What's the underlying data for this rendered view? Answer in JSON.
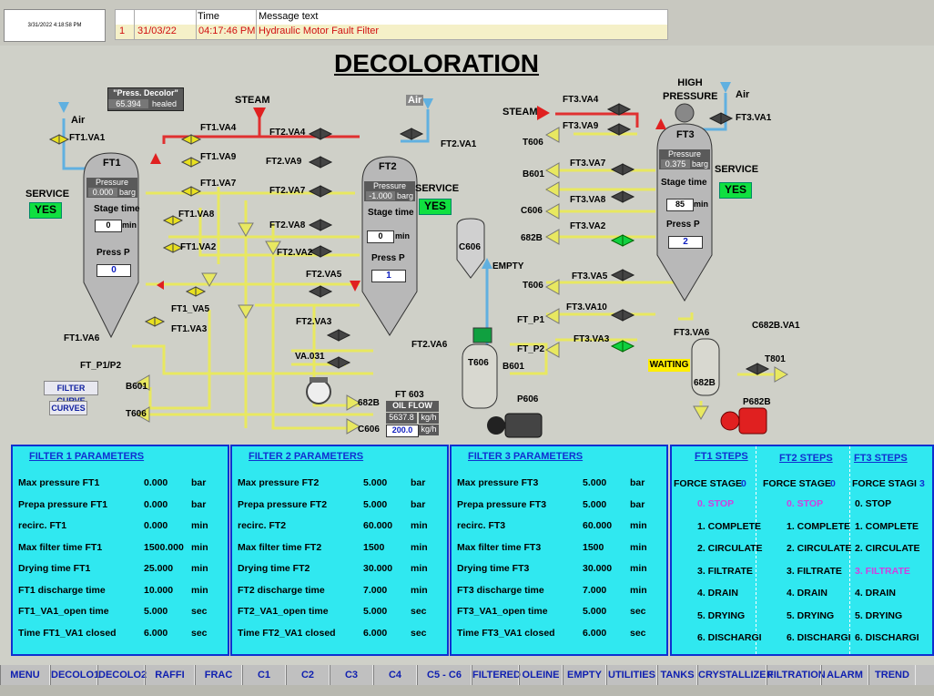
{
  "header": {
    "datetime": "3/31/2022 4:18:58 PM",
    "alarm_headers": {
      "time": "Time",
      "message": "Message text"
    },
    "alarm_row": {
      "index": "1",
      "date": "31/03/22",
      "time": "04:17:46 PM",
      "message": "Hydraulic Motor Fault Filter"
    }
  },
  "page_title": "DECOLORATION",
  "press_decolor": {
    "label": "\"Press. Decolor\"",
    "value": "65.394",
    "status": "healed"
  },
  "labels": {
    "steam": "STEAM",
    "air": "Air",
    "high_pressure": "HIGH PRESSURE",
    "service": "SERVICE",
    "yes": "YES",
    "empty": "EMPTY",
    "waiting": "WAITING",
    "pressure": "Pressure",
    "barg": "barg",
    "stage_time": "Stage time",
    "min": "min",
    "press_p": "Press P"
  },
  "ft1": {
    "name": "FT1",
    "pressure": "0.000",
    "stage_time": "0",
    "press_p": "0"
  },
  "ft2": {
    "name": "FT2",
    "pressure": "-1.000",
    "stage_time": "0",
    "press_p": "1"
  },
  "ft3": {
    "name": "FT3",
    "pressure": "0.375",
    "stage_time": "85",
    "press_p": "2"
  },
  "valves": {
    "ft1_va1": "FT1.VA1",
    "ft1_va4": "FT1.VA4",
    "ft1_va9": "FT1.VA9",
    "ft1_va7": "FT1.VA7",
    "ft1_va8": "FT1.VA8",
    "ft1_va2": "FT1.VA2",
    "ft1_va5": "FT1_VA5",
    "ft1_va3": "FT1.VA3",
    "ft1_va6": "FT1.VA6",
    "ft2_va4": "FT2.VA4",
    "ft2_va9": "FT2.VA9",
    "ft2_va7": "FT2.VA7",
    "ft2_va8": "FT2.VA8",
    "ft2_va2": "FT2.VA2",
    "ft2_va5": "FT2.VA5",
    "ft2_va3": "FT2.VA3",
    "va031": "VA.031",
    "ft2_va6": "FT2.VA6",
    "ft2_va1": "FT2.VA1",
    "ft3_va4": "FT3.VA4",
    "ft3_va9": "FT3.VA9",
    "ft3_va7": "FT3.VA7",
    "ft3_va8": "FT3.VA8",
    "ft3_va2": "FT3.VA2",
    "ft3_va5": "FT3.VA5",
    "ft3_va10": "FT3.VA10",
    "ft3_va3": "FT3.VA3",
    "ft3_va6": "FT3.VA6",
    "ft3_va1": "FT3.VA1",
    "c682b_va1": "C682B.VA1"
  },
  "lines": {
    "ft_p1p2": "FT_P1/P2",
    "b601": "B601",
    "t606": "T606",
    "c606": "C606",
    "b682": "682B",
    "ft_p1": "FT_P1",
    "ft_p2": "FT_P2",
    "t801": "T801",
    "p682b": "P682B",
    "p606": "P606"
  },
  "tanks": {
    "c606": "C606",
    "t606": "T606",
    "t606_b601": "B601",
    "tank682b": "682B"
  },
  "ft603": {
    "title": "FT 603",
    "sub": "OIL FLOW",
    "value1": "5637.8",
    "unit1": "kg/h",
    "value2": "200.0",
    "unit2": "kg/h"
  },
  "buttons": {
    "filter_curve": "FILTER CURVE",
    "curves": "CURVES"
  },
  "filter1": {
    "title": "FILTER 1 PARAMETERS",
    "rows": [
      {
        "label": "Max pressure FT1",
        "value": "0.000",
        "unit": "bar"
      },
      {
        "label": "Prepa pressure FT1",
        "value": "0.000",
        "unit": "bar"
      },
      {
        "label": "recirc. FT1",
        "value": "0.000",
        "unit": "min"
      },
      {
        "label": "Max filter time FT1",
        "value": "1500.000",
        "unit": "min"
      },
      {
        "label": "Drying time FT1",
        "value": "25.000",
        "unit": "min"
      },
      {
        "label": "FT1 discharge time",
        "value": "10.000",
        "unit": "min"
      },
      {
        "label": "FT1_VA1_open time",
        "value": "5.000",
        "unit": "sec"
      },
      {
        "label": "Time FT1_VA1 closed",
        "value": "6.000",
        "unit": "sec"
      }
    ]
  },
  "filter2": {
    "title": "FILTER 2 PARAMETERS",
    "rows": [
      {
        "label": "Max pressure FT2",
        "value": "5.000",
        "unit": "bar"
      },
      {
        "label": "Prepa pressure FT2",
        "value": "5.000",
        "unit": "bar"
      },
      {
        "label": "recirc. FT2",
        "value": "60.000",
        "unit": "min"
      },
      {
        "label": "Max filter time FT2",
        "value": "1500",
        "unit": "min"
      },
      {
        "label": "Drying time FT2",
        "value": "30.000",
        "unit": "min"
      },
      {
        "label": "FT2 discharge time",
        "value": "7.000",
        "unit": "min"
      },
      {
        "label": "FT2_VA1_open time",
        "value": "5.000",
        "unit": "sec"
      },
      {
        "label": "Time FT2_VA1 closed",
        "value": "6.000",
        "unit": "sec"
      }
    ]
  },
  "filter3": {
    "title": "FILTER 3 PARAMETERS",
    "rows": [
      {
        "label": "Max pressure FT3",
        "value": "5.000",
        "unit": "bar"
      },
      {
        "label": "Prepa pressure FT3",
        "value": "5.000",
        "unit": "bar"
      },
      {
        "label": "recirc. FT3",
        "value": "60.000",
        "unit": "min"
      },
      {
        "label": "Max filter time FT3",
        "value": "1500",
        "unit": "min"
      },
      {
        "label": "Drying time FT3",
        "value": "30.000",
        "unit": "min"
      },
      {
        "label": "FT3 discharge time",
        "value": "7.000",
        "unit": "min"
      },
      {
        "label": "FT3_VA1_open time",
        "value": "5.000",
        "unit": "sec"
      },
      {
        "label": "Time FT3_VA1 closed",
        "value": "6.000",
        "unit": "sec"
      }
    ]
  },
  "steps": {
    "ft1": {
      "title": "FT1 STEPS",
      "force": "FORCE STAGE",
      "force_val": "0",
      "items": [
        "0. STOP",
        "1. COMPLETE",
        "2. CIRCULATE",
        "3. FILTRATE",
        "4. DRAIN",
        "5. DRYING",
        "6. DISCHARGI"
      ]
    },
    "ft2": {
      "title": "FT2 STEPS",
      "force": "FORCE STAGE",
      "force_val": "0",
      "items": [
        "0. STOP",
        "1. COMPLETE",
        "2. CIRCULATE",
        "3. FILTRATE",
        "4. DRAIN",
        "5. DRYING",
        "6. DISCHARGI"
      ]
    },
    "ft3": {
      "title": "FT3 STEPS",
      "force": "FORCE STAGI",
      "force_val": "3",
      "items": [
        "0. STOP",
        "1. COMPLETE",
        "2. CIRCULATE",
        "3. FILTRATE",
        "4. DRAIN",
        "5. DRYING",
        "6. DISCHARGI"
      ]
    }
  },
  "nav": [
    "MENU",
    "DECOLO1",
    "DECOLO2",
    "RAFFI",
    "FRAC",
    "C1",
    "C2",
    "C3",
    "C4",
    "C5 - C6",
    "FILTERED",
    "OLEINE",
    "EMPTY",
    "UTILITIES",
    "TANKS",
    "CRYSTALLIZER",
    "FILTRATION",
    "ALARM",
    "TREND"
  ],
  "colors": {
    "panel": "#30e8f0",
    "panel_border": "#1030d0",
    "pipe": "#e8e860",
    "green": "#10e040",
    "red": "#e02020"
  }
}
